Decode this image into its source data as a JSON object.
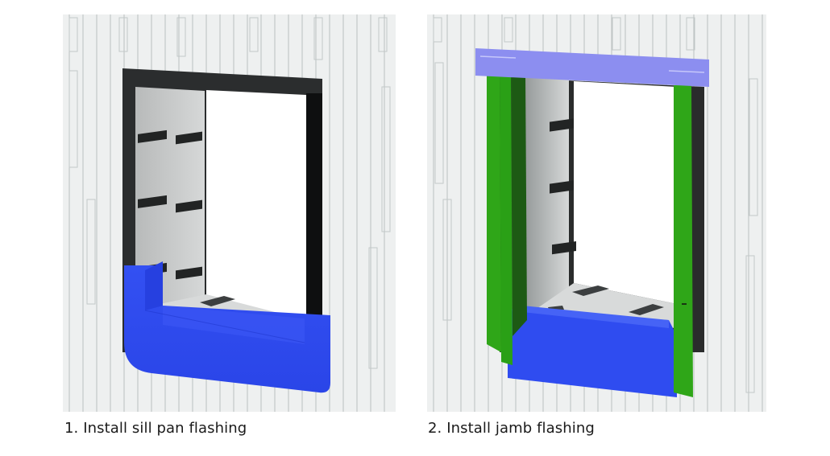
{
  "figure": {
    "steps": [
      {
        "number": 1,
        "caption": "1. Install sill pan flashing",
        "elements": [
          "wall-sheathing",
          "rough-opening-black-tape",
          "sill-pan-flashing"
        ],
        "colors": {
          "sill_pan": "#2f4cf0",
          "tape": "#2b2d2e",
          "sheathing": "#eef0f0",
          "opening_interior": "#d4d6d6"
        }
      },
      {
        "number": 2,
        "caption": "2. Install jamb flashing",
        "elements": [
          "wall-sheathing",
          "head-flashing",
          "jamb-flashing-left",
          "jamb-flashing-right",
          "sill-pan-flashing"
        ],
        "colors": {
          "head_flashing": "#8c8ef0",
          "jamb_flashing": "#2fa618",
          "sill_pan": "#2f4cf0",
          "sheathing": "#eef0f0"
        }
      }
    ]
  }
}
